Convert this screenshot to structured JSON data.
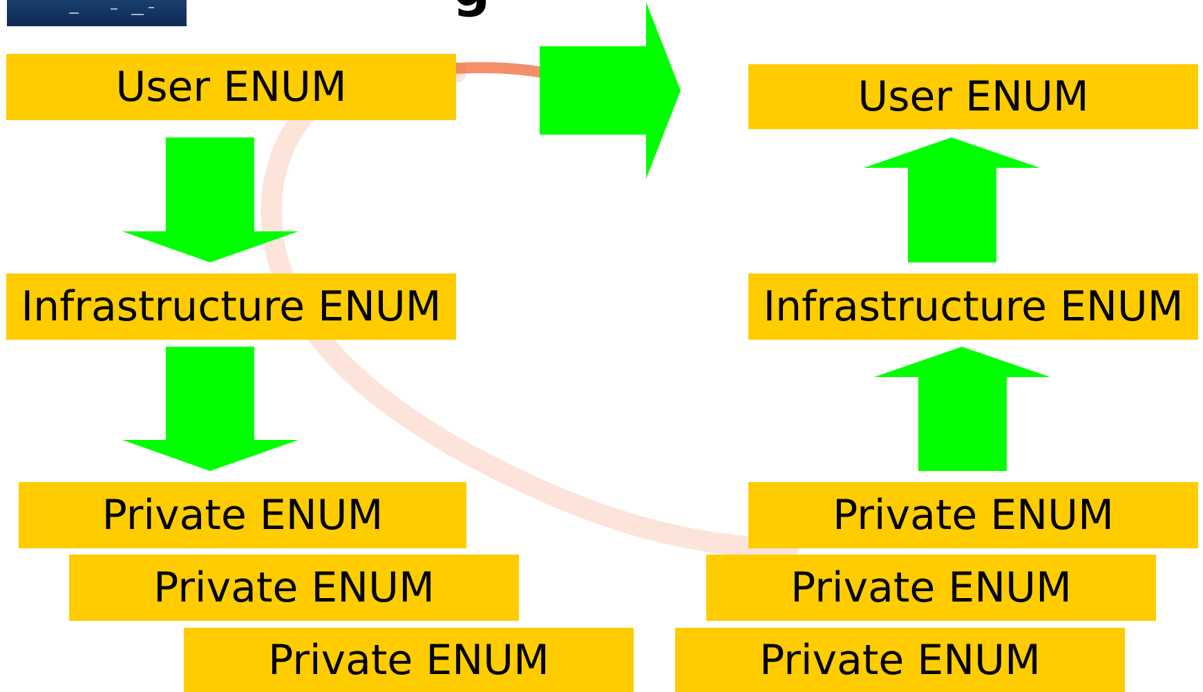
{
  "colors": {
    "box": "#ffcc00",
    "arrow": "#00ff00",
    "swoosh": "#f06a3a",
    "logo": "#1a3f6e"
  },
  "left_column": {
    "user": "User ENUM",
    "infrastructure": "Infrastructure ENUM",
    "private_1": "Private ENUM",
    "private_2": "Private ENUM",
    "private_3": "Private ENUM"
  },
  "right_column": {
    "user": "User ENUM",
    "infrastructure": "Infrastructure ENUM",
    "private_1": "Private ENUM",
    "private_2": "Private ENUM",
    "private_3": "Private ENUM"
  },
  "arrows": {
    "left_down_1": "arrow-down",
    "left_down_2": "arrow-down",
    "center": "arrow-right",
    "right_up_1": "arrow-up",
    "right_up_2": "arrow-up"
  }
}
